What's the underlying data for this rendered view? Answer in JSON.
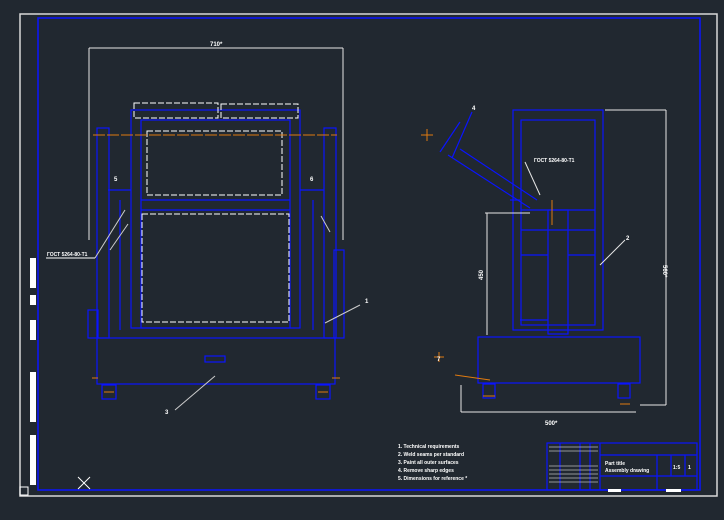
{
  "colors": {
    "background": "#212830",
    "geometry": "#0a14ff",
    "dimension": "#e6e6e6",
    "center": "#e07a10"
  },
  "dimensions": {
    "width_front": "710*",
    "height_side": "560*",
    "height_inner": "450",
    "width_side": "500*"
  },
  "callouts": [
    "1",
    "2",
    "3",
    "4",
    "5",
    "6",
    "7"
  ],
  "weld_note": "ГОСТ 5264-80-Т1",
  "notes": [
    "1. Technical requirements",
    "2. Weld seams per standard",
    "3. Paint all outer surfaces",
    "4. Remove sharp edges",
    "5. Dimensions for reference *"
  ],
  "title_block": {
    "title_line1": "Part title",
    "title_line2": "Assembly drawing",
    "scale": "1:5",
    "sheet": "1"
  }
}
